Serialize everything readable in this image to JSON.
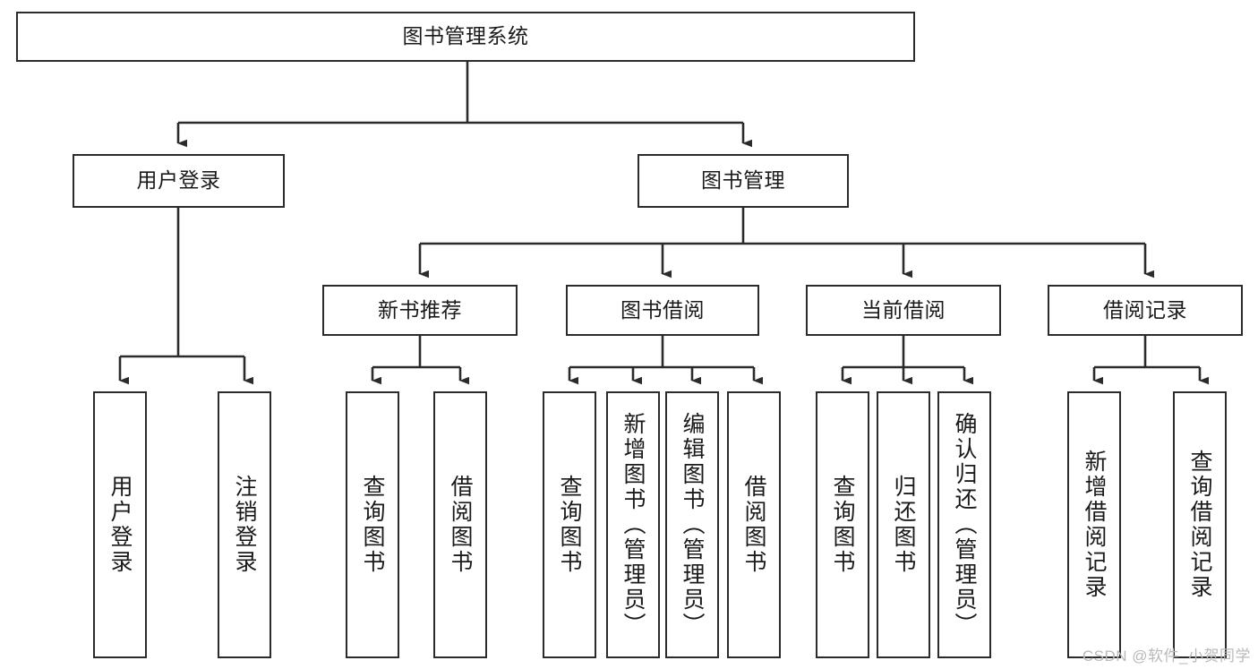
{
  "diagram": {
    "title": "图书管理系统",
    "type": "hierarchy-tree",
    "stroke_color": "#2b2b2b",
    "fill_color": "#ffffff",
    "text_color": "#1a1a1a",
    "levels": {
      "root": {
        "label": "图书管理系统"
      },
      "level2": [
        {
          "label": "用户登录"
        },
        {
          "label": "图书管理"
        }
      ],
      "level3": [
        {
          "label": "新书推荐"
        },
        {
          "label": "图书借阅"
        },
        {
          "label": "当前借阅"
        },
        {
          "label": "借阅记录"
        }
      ],
      "leaves": {
        "user_login": [
          {
            "label": "用户登录"
          },
          {
            "label": "注销登录"
          }
        ],
        "new_book_recommend": [
          {
            "label": "查询图书"
          },
          {
            "label": "借阅图书"
          }
        ],
        "book_borrow": [
          {
            "label": "查询图书"
          },
          {
            "label": "新增图书（管理员）"
          },
          {
            "label": "编辑图书（管理员）"
          },
          {
            "label": "借阅图书"
          }
        ],
        "current_borrow": [
          {
            "label": "查询图书"
          },
          {
            "label": "归还图书"
          },
          {
            "label": "确认归还（管理员）"
          }
        ],
        "borrow_record": [
          {
            "label": "新增借阅记录"
          },
          {
            "label": "查询借阅记录"
          }
        ]
      }
    }
  },
  "watermark": {
    "text": "CSDN @软件_小贺同学"
  }
}
